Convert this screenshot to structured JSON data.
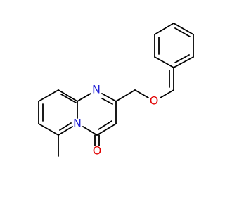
{
  "molecule": {
    "atom_labels": {
      "n_ring_top": "N",
      "n_ring_bridge": "N",
      "o_ether": "O",
      "o_carbonyl": "O"
    },
    "colors": {
      "bond": "#000000",
      "nitrogen": "#2323d6",
      "oxygen": "#e00000",
      "background": "#ffffff"
    }
  }
}
